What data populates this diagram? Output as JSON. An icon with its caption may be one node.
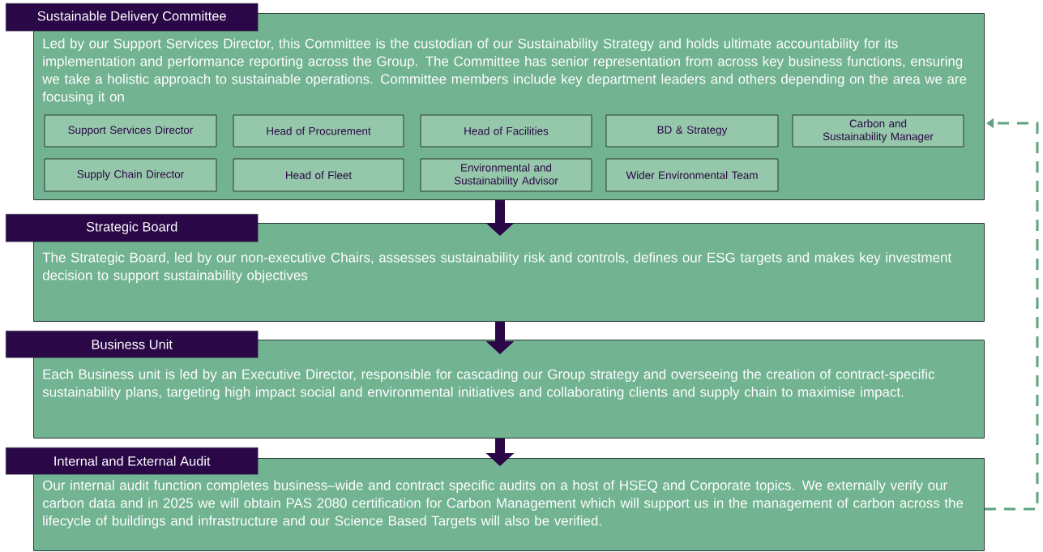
{
  "diagram": {
    "nodes": [
      {
        "text": [
          "Sustainable Delivery Committee",
          "Led by our Support Services Director, this Committee is the custodian of our Sustainability Strategy and holds ultimate accountability for its implementation and performance reporting across the Group. The Committee has senior representation from across key business functions, ensuring we take a holistic approach to sustainable operations. Committee members include key department leaders and others depending on the area we are focusing it on"
        ]
      },
      {
        "text": [
          "Support Services Director"
        ],
        "in": 0
      },
      {
        "text": [
          "Head of Procurement"
        ],
        "in": 0
      },
      {
        "text": [
          "Head of Facilities"
        ],
        "in": 0
      },
      {
        "text": [
          "BD & Strategy"
        ],
        "in": 0
      },
      {
        "text": [
          "Carbon and Sustainability Manager"
        ],
        "in": 0
      },
      {
        "text": [
          "Supply Chain Director"
        ],
        "in": 0
      },
      {
        "text": [
          "Head of Fleet"
        ],
        "in": 0
      },
      {
        "text": [
          "Environmental and Sustainability Advisor"
        ],
        "in": 0
      },
      {
        "text": [
          "Wider Environmental Team"
        ],
        "in": 0
      },
      {
        "text": [
          "Strategic Board",
          "The Strategic Board, led by our non-executive Chairs, assesses sustainability risk and controls, defines our ESG targets and makes key investment decision to support sustainability objectives"
        ]
      },
      {
        "text": [
          "Business Unit",
          "Each Business unit is led by an Executive Director, responsible for cascading our Group strategy and overseeing the creation of contract-specific sustainability plans, targeting high impact social and environmental initiatives and collaborating clients and supply chain to maximise impact."
        ]
      },
      {
        "text": [
          "Internal and External Audit",
          "Our internal audit function completes business–wide and contract specific audits on a host of HSEQ and Corporate topics. We externally verify our carbon data and in 2025 we will obtain PAS 2080 certification for Carbon Management which will support us in the management of carbon across the lifecycle of buildings and infrastructure and our Science Based Targets will also be verified."
        ]
      }
    ],
    "edges": [
      {
        "from": 0,
        "to": 10,
        "arrow": "to"
      },
      {
        "from": 10,
        "to": 11,
        "arrow": "to"
      },
      {
        "from": 11,
        "to": 12,
        "arrow": "to"
      },
      {
        "from": 12,
        "to": 0,
        "arrow": "to",
        "style": "dashed",
        "color": "#5fa37f"
      }
    ]
  }
}
